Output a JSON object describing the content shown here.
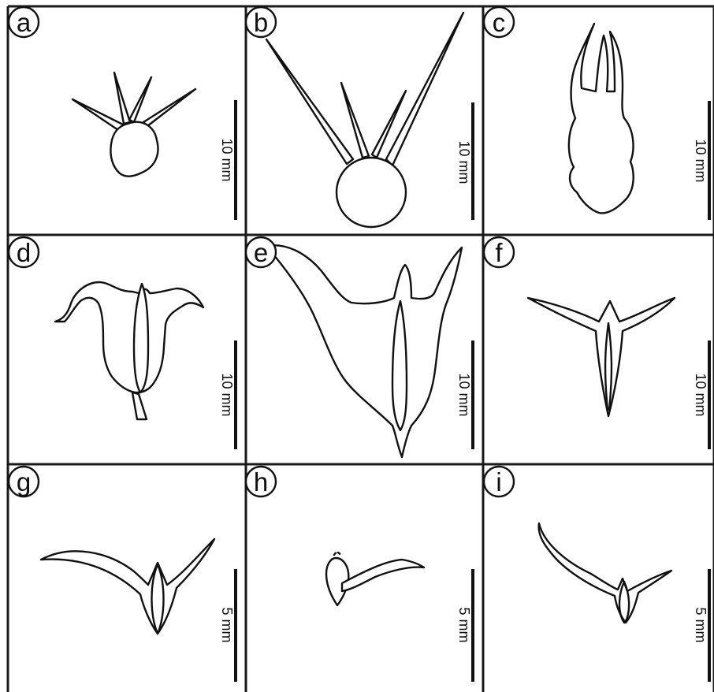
{
  "panels": [
    {
      "letter": "a",
      "scale": "10 mm"
    },
    {
      "letter": "b",
      "scale": "10 mm"
    },
    {
      "letter": "c",
      "scale": "10 mm"
    },
    {
      "letter": "d",
      "scale": "10 mm"
    },
    {
      "letter": "e",
      "scale": "10 mm"
    },
    {
      "letter": "f",
      "scale": "10 mm"
    },
    {
      "letter": "g",
      "scale": "5 mm"
    },
    {
      "letter": "h",
      "scale": "5 mm"
    },
    {
      "letter": "i",
      "scale": "5 mm"
    }
  ],
  "colors": {
    "line": "#111111",
    "background": "#ffffff"
  }
}
